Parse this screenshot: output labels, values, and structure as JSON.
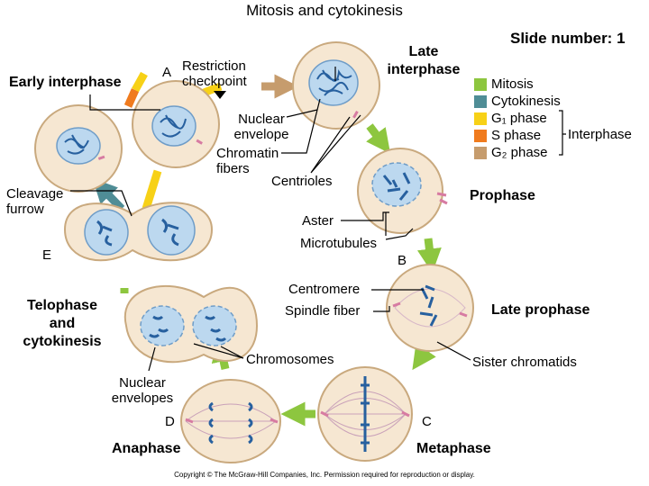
{
  "title": "Mitosis and cytokinesis",
  "slide_label": "Slide number: 1",
  "stages": {
    "early_interphase": "Early interphase",
    "late_interphase": "Late\ninterphase",
    "prophase": "Prophase",
    "late_prophase": "Late prophase",
    "metaphase": "Metaphase",
    "anaphase": "Anaphase",
    "telophase": "Telophase\nand\ncytokinesis"
  },
  "letters": {
    "a": "A",
    "b": "B",
    "c": "C",
    "d": "D",
    "e": "E"
  },
  "labels": {
    "restriction_checkpoint": "Restriction\ncheckpoint",
    "nuclear_envelope": "Nuclear\nenvelope",
    "chromatin_fibers": "Chromatin\nfibers",
    "centrioles": "Centrioles",
    "cleavage_furrow": "Cleavage\nfurrow",
    "aster": "Aster",
    "microtubules": "Microtubules",
    "centromere": "Centromere",
    "spindle_fiber": "Spindle fiber",
    "chromosomes": "Chromosomes",
    "sister_chromatids": "Sister chromatids",
    "nuclear_envelopes": "Nuclear\nenvelopes"
  },
  "legend": [
    {
      "label": "Mitosis",
      "color": "#8dc63f"
    },
    {
      "label": "Cytokinesis",
      "color": "#4f8d96"
    },
    {
      "label": "G₁ phase",
      "color": "#f7d117"
    },
    {
      "label": "S phase",
      "color": "#f07b1e"
    },
    {
      "label": "G₂ phase",
      "color": "#c69c6d"
    }
  ],
  "legend_bracket_label": "Interphase",
  "colors": {
    "cell_fill": "#f6e7d2",
    "cell_stroke": "#c9a97e",
    "nucleus_fill": "#bcd8ef",
    "nucleus_stroke": "#6f9dc8",
    "chromosome": "#27609f",
    "centriole": "#d77ba2"
  },
  "copyright": "Copyright © The McGraw-Hill Companies, Inc. Permission required for reproduction or display."
}
